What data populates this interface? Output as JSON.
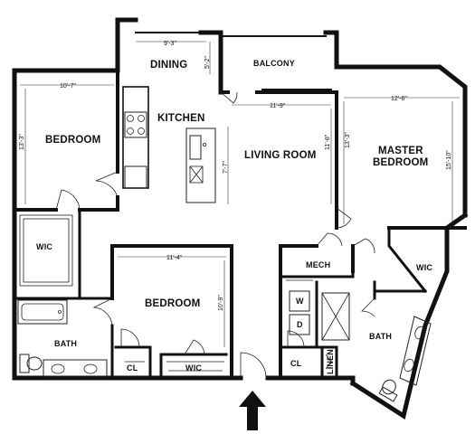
{
  "plan": {
    "rooms": {
      "dining": "DINING",
      "balcony": "BALCONY",
      "kitchen": "KITCHEN",
      "bedroom_left": "BEDROOM",
      "living_room": "LIVING ROOM",
      "master_bedroom_line1": "MASTER",
      "master_bedroom_line2": "BEDROOM",
      "wic_left": "WIC",
      "mech": "MECH",
      "wic_master": "WIC",
      "bedroom_center": "BEDROOM",
      "washer": "W",
      "dryer": "D",
      "bath_left": "BATH",
      "bath_master": "BATH",
      "linen": "LINEN",
      "cl_left": "CL",
      "wic_center": "WIC",
      "cl_right": "CL"
    },
    "dimensions": {
      "dining_width": "9'-3\"",
      "dining_depth": "5'-2\"",
      "bedroom_left_width": "10'-7\"",
      "bedroom_left_depth": "13'-3\"",
      "living_width": "11'-9\"",
      "living_depth": "11'-8\"",
      "kitchen_island": "7'-7\"",
      "master_width": "12'-6\"",
      "master_depth_left": "13'-3\"",
      "master_depth_right": "15'-10\"",
      "bedroom_center_width": "11'-4\"",
      "bedroom_center_depth": "10'-9\""
    },
    "icons": {
      "entry": "entry-arrow-icon"
    }
  }
}
